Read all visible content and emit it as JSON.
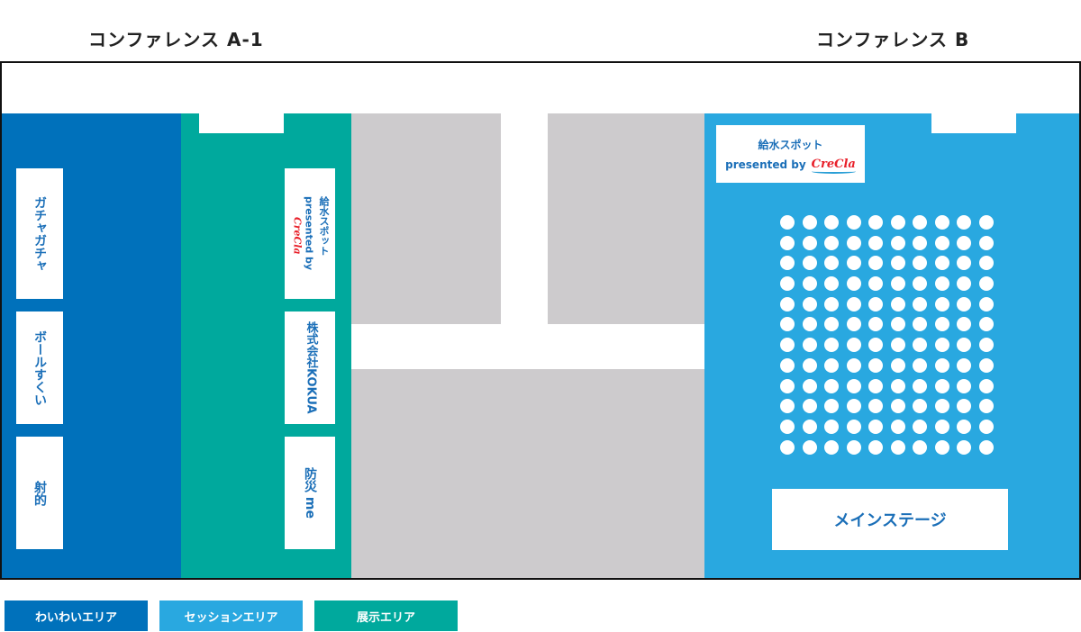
{
  "rooms": {
    "a1_title": "コンファレンス A-1",
    "b_title": "コンファレンス B"
  },
  "booths": {
    "gacha": "ガチャガチャ",
    "ball": "ボールすくい",
    "shooting": "射的",
    "kokua": "株式会社KOKUA",
    "bousai": "防災 me"
  },
  "water_spot": {
    "name": "給水スポット",
    "presented_by": "presented by",
    "sponsor_logo": "CreCla"
  },
  "stage": {
    "label": "メインステージ"
  },
  "seating": {
    "rows": 12,
    "cols": 10
  },
  "legend": [
    {
      "label": "わいわいエリア",
      "color": "#0071bb"
    },
    {
      "label": "セッションエリア",
      "color": "#29a8e0"
    },
    {
      "label": "展示エリア",
      "color": "#00a99d"
    }
  ],
  "colors": {
    "waiwai": "#0071bb",
    "session": "#29a8e0",
    "exhibit": "#00a99d",
    "aisle": "#cdcbcd",
    "text_blue": "#1b6fb8"
  }
}
